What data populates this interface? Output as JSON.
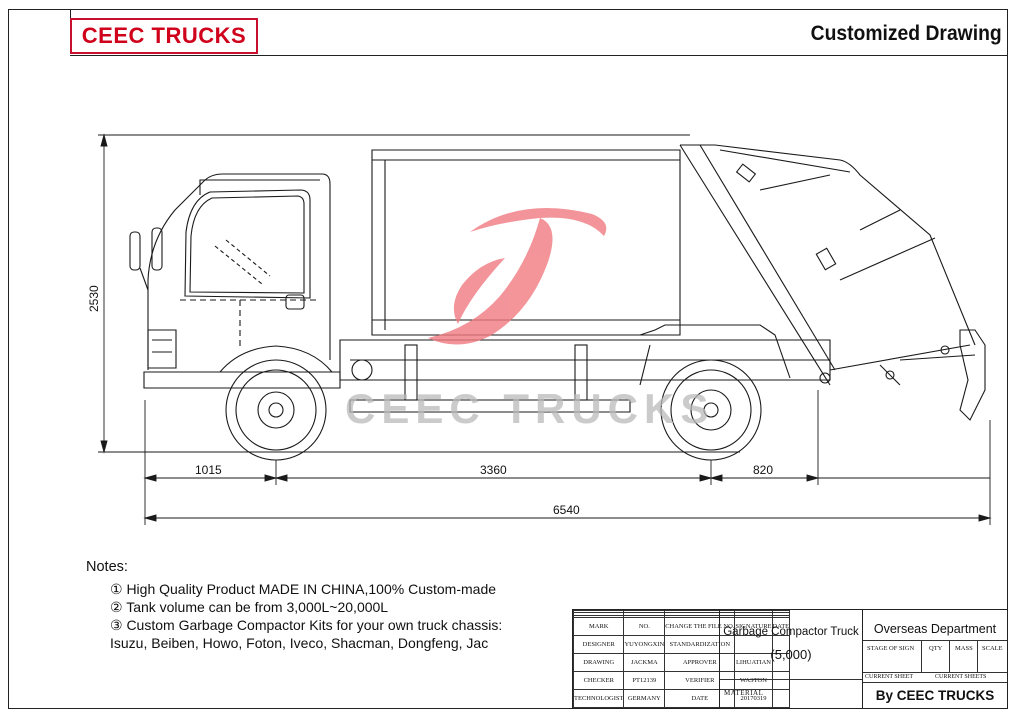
{
  "header": {
    "brand": "CEEC TRUCKS",
    "title": "Customized Drawing"
  },
  "colors": {
    "brand_red": "#d0021b",
    "logo_red": "#f07a80",
    "watermark_gray": "#b9b9b9",
    "line": "#1a1a1a"
  },
  "drawing": {
    "watermark_text": "CEEC TRUCKS",
    "dimensions": {
      "height": "2530",
      "front_overhang": "1015",
      "wheelbase": "3360",
      "rear_overhang": "820",
      "overall_length": "6540"
    }
  },
  "notes": {
    "heading": "Notes:",
    "items": [
      "① High Quality Product MADE IN CHINA,100% Custom-made",
      "② Tank volume can be from 3,000L~20,000L",
      "③ Custom Garbage Compactor Kits for your own truck chassis:"
    ],
    "brands": "Isuzu, Beiben, Howo, Foton, Iveco, Shacman, Dongfeng, Jac"
  },
  "title_block": {
    "grid": {
      "r0": [
        "",
        "",
        "",
        "",
        ""
      ],
      "r1": [
        "",
        "",
        "",
        "",
        ""
      ],
      "r2": [
        "",
        "",
        "",
        "",
        ""
      ],
      "r3": [
        "MARK",
        "NO.",
        "CHANGE THE FILE NO.",
        "SIGNATURE",
        "DATE"
      ],
      "r4": [
        "DESIGNER",
        "YUYONGXIN",
        "STANDARDIZATION",
        "",
        ""
      ],
      "r5": [
        "DRAWING",
        "JACKMA",
        "APPROVER",
        "LIHUATIAN",
        ""
      ],
      "r6": [
        "CHECKER",
        "PT12139",
        "VERIFIER",
        "WASTON",
        ""
      ],
      "r7": [
        "TECHNOLOGIST",
        "GERMANY",
        "DATE",
        "20170319",
        ""
      ]
    },
    "product": "Garbage Compactor Truck",
    "capacity": "(5,000)",
    "material_label": "MATERIAL",
    "department": "Overseas Department",
    "stage_of_sign": "STAGE OF SIGN",
    "qty": "QTY",
    "mass": "MASS",
    "scale": "SCALE",
    "current_sheet": "CURRENT      SHEET",
    "current_sheets": "CURRENT      SHEETS",
    "by": "By CEEC TRUCKS"
  }
}
